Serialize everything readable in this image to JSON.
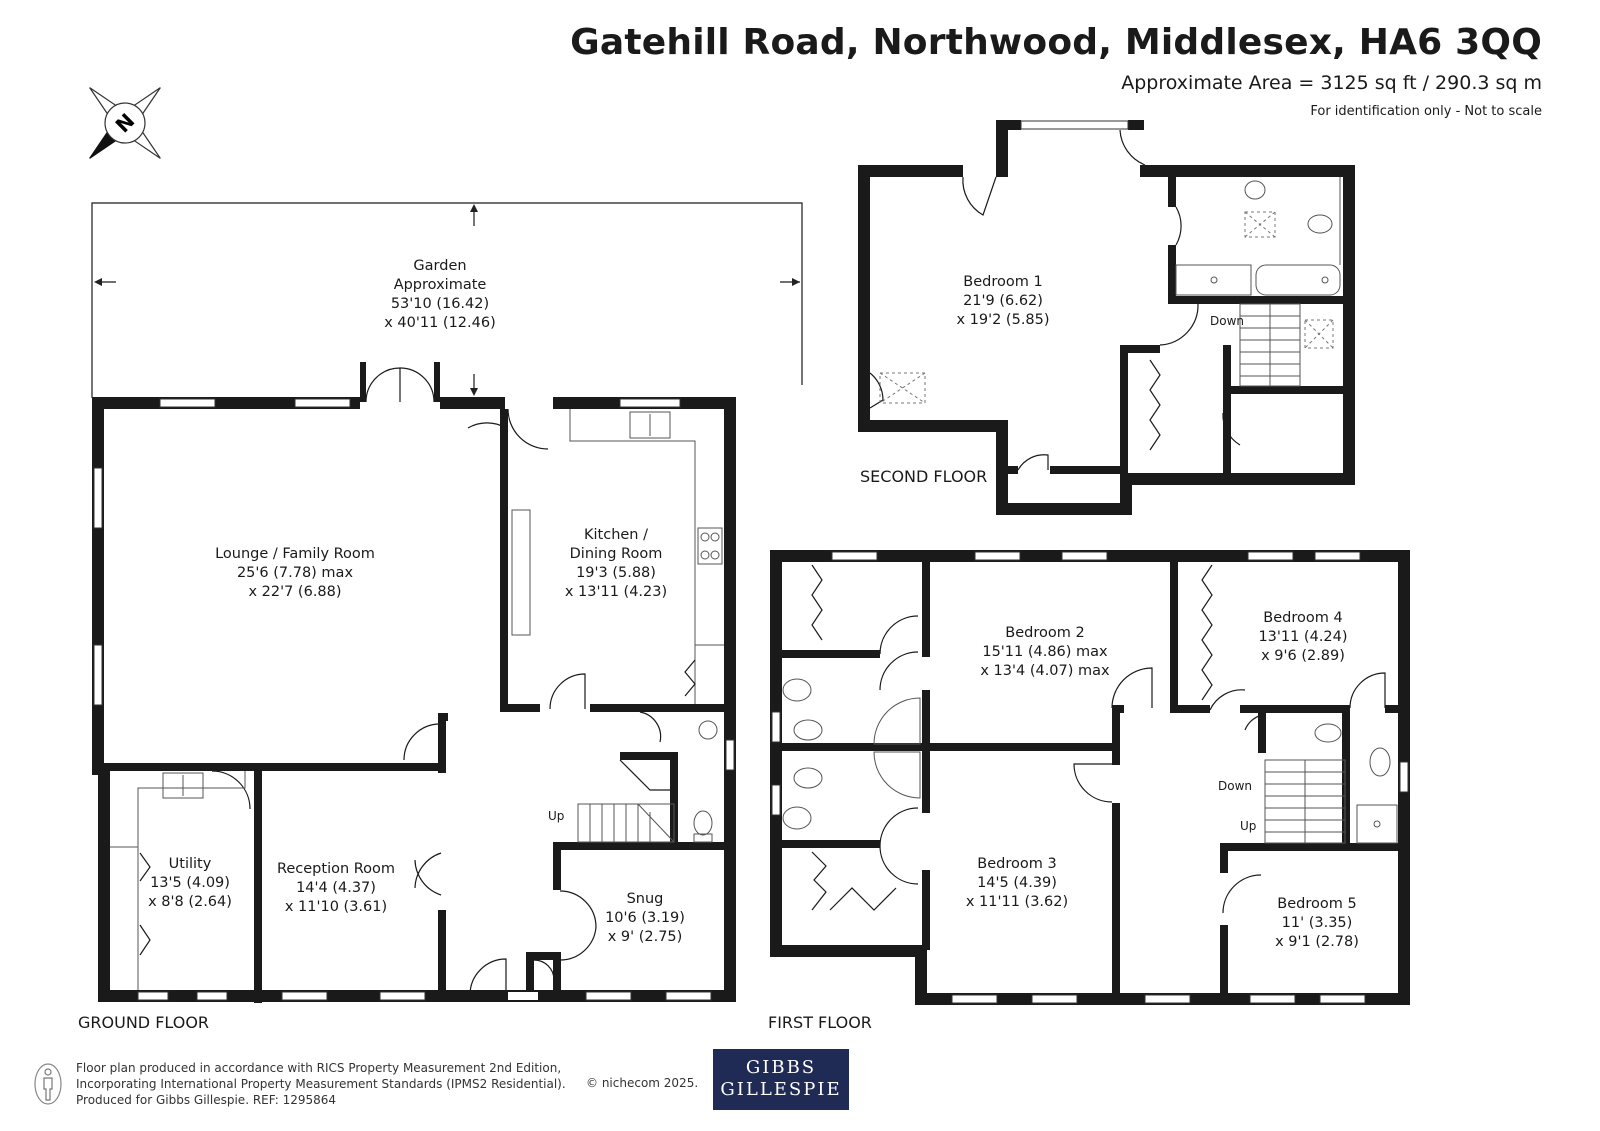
{
  "header": {
    "title": "Gatehill Road, Northwood, Middlesex, HA6 3QQ",
    "area": "Approximate Area = 3125 sq ft / 290.3 sq m",
    "note": "For identification only - Not to scale"
  },
  "compass": {
    "letter": "N"
  },
  "floors": {
    "ground": "GROUND FLOOR",
    "first": "FIRST FLOOR",
    "second": "SECOND FLOOR"
  },
  "rooms": {
    "garden": {
      "l1": "Garden",
      "l2": "Approximate",
      "l3": "53'10 (16.42)",
      "l4": "x 40'11 (12.46)"
    },
    "lounge": {
      "l1": "Lounge / Family Room",
      "l2": "25'6 (7.78) max",
      "l3": "x 22'7 (6.88)"
    },
    "kitchen": {
      "l1": "Kitchen /",
      "l2": "Dining Room",
      "l3": "19'3 (5.88)",
      "l4": "x 13'11 (4.23)"
    },
    "utility": {
      "l1": "Utility",
      "l2": "13'5 (4.09)",
      "l3": "x 8'8 (2.64)"
    },
    "reception": {
      "l1": "Reception Room",
      "l2": "14'4 (4.37)",
      "l3": "x 11'10 (3.61)"
    },
    "snug": {
      "l1": "Snug",
      "l2": "10'6 (3.19)",
      "l3": "x 9' (2.75)"
    },
    "bedroom1": {
      "l1": "Bedroom 1",
      "l2": "21'9 (6.62)",
      "l3": "x 19'2 (5.85)"
    },
    "bedroom2": {
      "l1": "Bedroom 2",
      "l2": "15'11 (4.86) max",
      "l3": "x 13'4 (4.07) max"
    },
    "bedroom3": {
      "l1": "Bedroom 3",
      "l2": "14'5 (4.39)",
      "l3": "x 11'11 (3.62)"
    },
    "bedroom4": {
      "l1": "Bedroom 4",
      "l2": "13'11 (4.24)",
      "l3": "x 9'6 (2.89)"
    },
    "bedroom5": {
      "l1": "Bedroom 5",
      "l2": "11' (3.35)",
      "l3": "x 9'1 (2.78)"
    }
  },
  "stairs": {
    "ground_up": "Up",
    "first_down": "Down",
    "first_up": "Up",
    "second_down": "Down"
  },
  "footer": {
    "line1": "Floor plan produced in accordance with RICS Property Measurement 2nd Edition,",
    "line2": "Incorporating International Property Measurement Standards (IPMS2 Residential).",
    "line3": "Produced for Gibbs Gillespie.   REF:  1295864",
    "copyright": "© nichecom 2025."
  },
  "logo": {
    "line1": "GIBBS",
    "line2": "GILLESPIE",
    "bg": "#1f2b55"
  }
}
